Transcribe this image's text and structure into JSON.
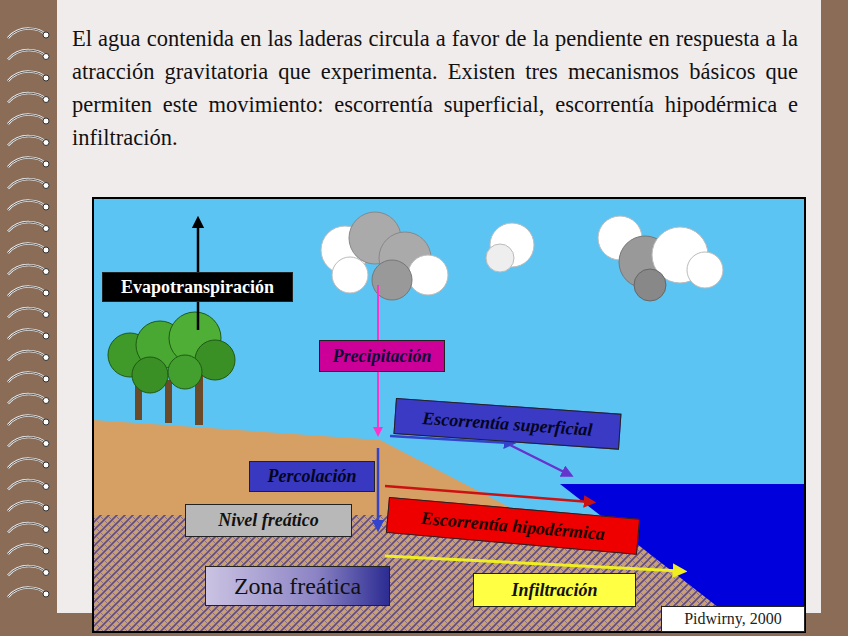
{
  "diagram": {
    "caption": "El agua contenida en las laderas circula a favor de la pendiente en respuesta a la atracción gravitatoria que experimenta. Existen tres mecanismos básicos que permiten este movimiento: escorrentía superficial, escorrentía hipodérmica e infiltración.",
    "nodes": [
      {
        "text": [
          "Evapotranspiración"
        ]
      },
      {
        "text": [
          "Precipitación"
        ]
      },
      {
        "text": [
          "Escorrentía superficial"
        ]
      },
      {
        "text": [
          "Percolación"
        ]
      },
      {
        "text": [
          "Nivel freático"
        ]
      },
      {
        "text": [
          "Escorrentía hipodérmica"
        ]
      },
      {
        "text": [
          "Zona freática"
        ]
      },
      {
        "text": [
          "Infiltración"
        ]
      },
      {
        "text": [
          "Pidwirny, 2000"
        ]
      }
    ]
  }
}
